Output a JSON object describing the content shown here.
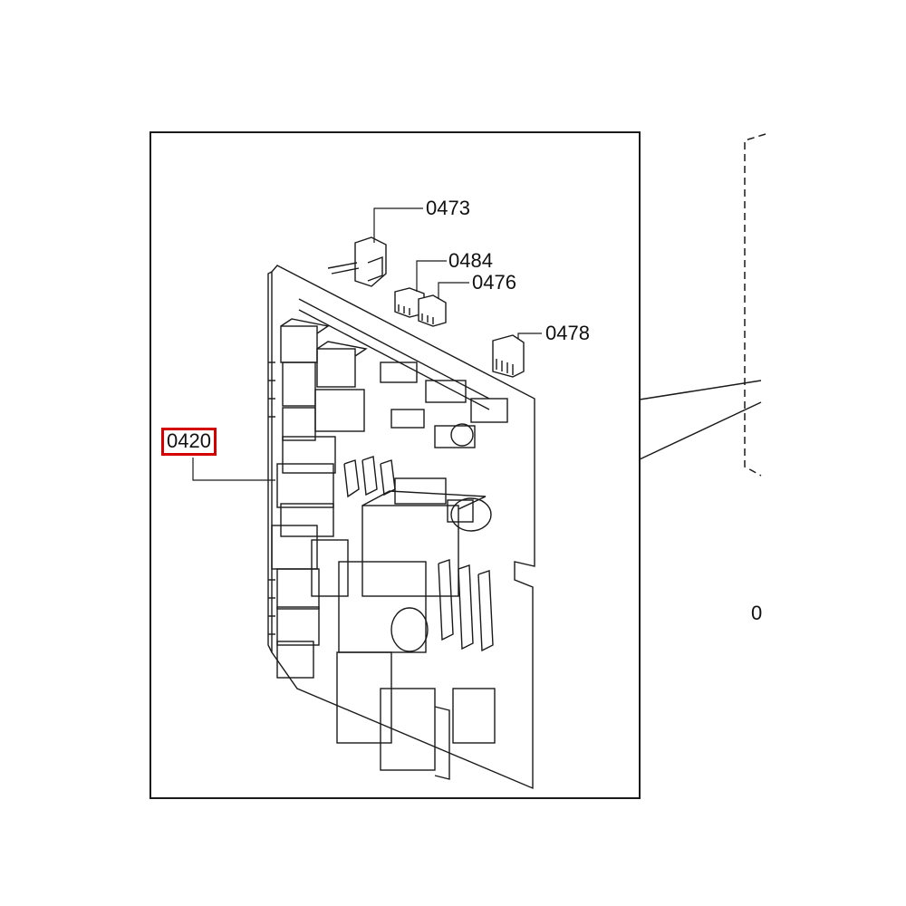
{
  "diagram": {
    "highlight_color": "#d40000",
    "line_color": "#1a1a1a",
    "part_labels": {
      "p0473": "0473",
      "p0484": "0484",
      "p0476": "0476",
      "p0478": "0478",
      "p0420": "0420",
      "cut": "0"
    }
  }
}
